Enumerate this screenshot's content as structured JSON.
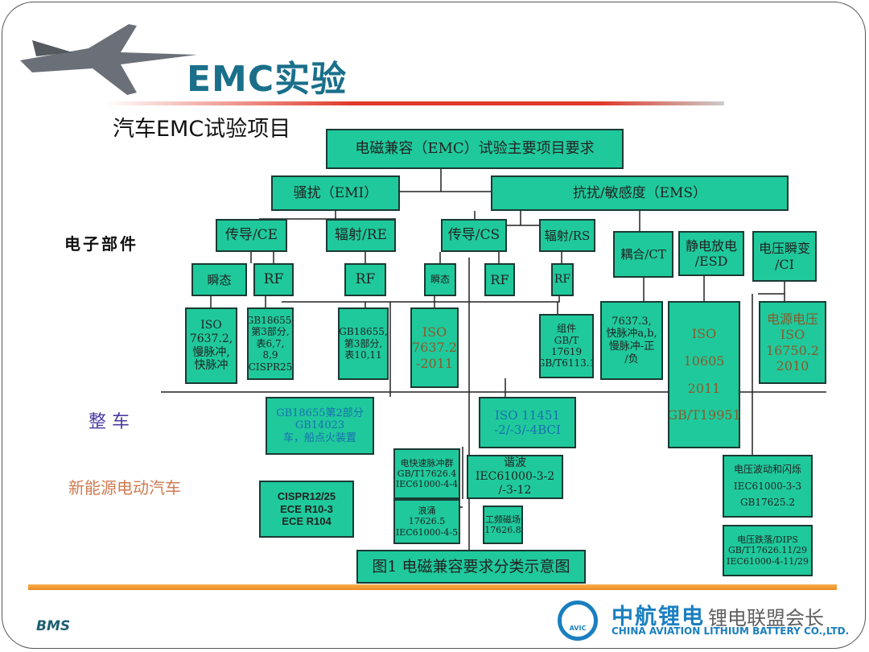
{
  "slide": {
    "title": "EMC实验",
    "subtitle": "汽车EMC试验项目",
    "footer_left": "BMS",
    "watermark": "锂电联盟会长"
  },
  "logo": {
    "cn": "中航锂电",
    "en": "CHINA AVIATION LITHIUM BATTERY CO.,LTD.",
    "badge": "AVIC"
  },
  "side_labels": {
    "parts": "电子部件",
    "vehicle": "整 车",
    "ev": "新能源电动汽车"
  },
  "colors": {
    "box": "#1fc99c",
    "heading": "#1a6f8a",
    "accent_line": "#e03a2a",
    "bottom_bar": "#f08a20"
  },
  "boxes": {
    "root": "电磁兼容（EMC）试验主要项目要求",
    "emi": "骚扰（EMI）",
    "ems": "抗扰/敏感度（EMS）",
    "ce": "传导/CE",
    "re": "辐射/RE",
    "cs": "传导/CS",
    "rs": "辐射/RS",
    "ct": "耦合/CT",
    "esd": "静电放电\n/ESD",
    "ci": "电压瞬变\n/CI",
    "ce_transient": "瞬态",
    "ce_rf": "RF",
    "re_rf": "RF",
    "cs_transient": "瞬态",
    "cs_rf": "RF",
    "rs_rf": "RF",
    "iso7637_2": "ISO\n7637.2,\n慢脉冲,\n快脉冲",
    "gb18655_a": "GB18655,\n第3部分,\n表6,7,\n8,9\nCISPR25",
    "gb18655_b": "GB18655,\n第3部分,\n表10,11",
    "iso7637_2011": "ISO\n7637.2\n-2011",
    "rs_parts": "组件\nGB/T\n17619\nGB/T6113.1",
    "iso7637_3": "7637.3,\n快脉冲a,b,\n慢脉冲-正\n/负",
    "iso10605": "ISO\n10605\n2011\nGB/T19951",
    "iso16750": "电源电压\nISO\n16750.2\n2010",
    "gb18655_2": "GB18655第2部分\nGB14023\n车，船点火装置",
    "iso11451": "ISO 11451\n-2/-3/-4BCI",
    "eft": "电快速脉冲群\nGB/T17626.4\nIEC61000-4-4",
    "harmonics": "谐波\nIEC61000-3-2\n/-3-12",
    "surge": "浪涌\n17626.5\nIEC61000-4-5",
    "power_freq": "工频磁场\n17626.8",
    "cispr12": "CISPR12/25\nECE R10-3\nECE R104",
    "caption": "图1 电磁兼容要求分类示意图",
    "flicker": "电压波动和闪烁\nIEC61000-3-3\nGB17625.2",
    "dips": "电压跌落/DIPS\nGB/T17626.11/29\nIEC61000-4-11/29"
  }
}
